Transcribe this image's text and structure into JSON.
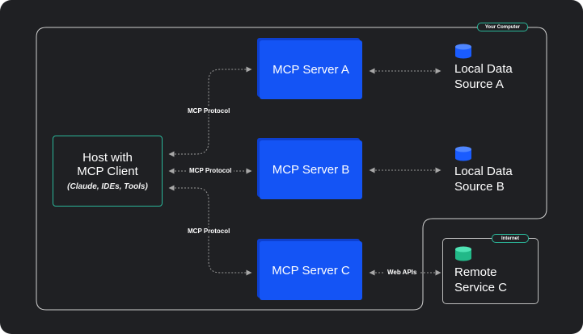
{
  "host": {
    "title_line1": "Host with",
    "title_line2": "MCP Client",
    "subtitle": "(Claude, IDEs, Tools)"
  },
  "servers": [
    {
      "label": "MCP Server A"
    },
    {
      "label": "MCP Server B"
    },
    {
      "label": "MCP Server C"
    }
  ],
  "data_sources": [
    {
      "line1": "Local Data",
      "line2": "Source A"
    },
    {
      "line1": "Local Data",
      "line2": "Source B"
    },
    {
      "line1": "Remote",
      "line2": "Service C"
    }
  ],
  "edges": {
    "protocol_a": "MCP Protocol",
    "protocol_b": "MCP Protocol",
    "protocol_c": "MCP Protocol",
    "web_apis": "Web APIs"
  },
  "boundaries": {
    "your_computer": "Your Computer",
    "internet": "Internet"
  },
  "colors": {
    "background": "#1f2023",
    "server_blue": "#1454f5",
    "host_border": "#2bb79a",
    "database_blue": "#1a5cff",
    "remote_green": "#2ed3a2",
    "connector": "#9a9a9a"
  }
}
